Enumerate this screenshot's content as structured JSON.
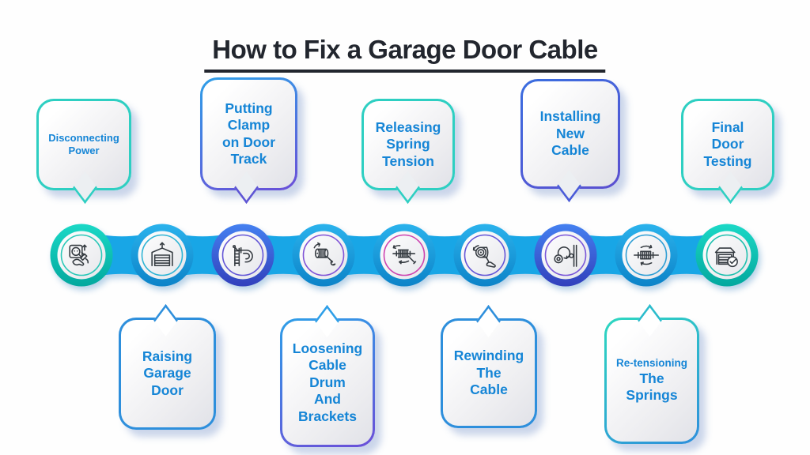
{
  "title": "How to Fix a Garage Door Cable",
  "palette": {
    "band_blue": "#18a2e2",
    "teal": "#11c7b5",
    "indigo": "#3c55cc",
    "bubble_text_blue": "#1585d6",
    "title_color": "#22262e",
    "icon_stroke": "#343a40",
    "ring_colors": [
      "#2bc8b8",
      "#2fb4d4",
      "#6456d6",
      "#8053d6",
      "#cc44b0",
      "#6456d6",
      "#7a56d8",
      "#2f9ed4",
      "#1fc0ae"
    ]
  },
  "steps": [
    {
      "label": "Disconnecting\nPower",
      "position": "top",
      "icon": "power-plug-hand-icon"
    },
    {
      "label": "Raising\nGarage\nDoor",
      "position": "bottom",
      "icon": "garage-door-up-icon"
    },
    {
      "label": "Putting\nClamp\non Door\nTrack",
      "position": "top",
      "icon": "clamp-on-track-icon"
    },
    {
      "label": "Loosening\nCable\nDrum\nAnd\nBrackets",
      "position": "bottom",
      "icon": "cable-drum-wrench-icon"
    },
    {
      "label": "Releasing\nSpring\nTension",
      "position": "top",
      "icon": "spring-winding-bar-icon"
    },
    {
      "label": "Rewinding\nThe\nCable",
      "position": "bottom",
      "icon": "drum-rewind-hand-icon"
    },
    {
      "label": "Installing\nNew\nCable",
      "position": "top",
      "icon": "new-cable-loop-icon"
    },
    {
      "label_small": "Re-tensioning",
      "label_big": "The\nSprings",
      "position": "bottom",
      "icon": "spring-rotate-icon"
    },
    {
      "label": "Final\nDoor\nTesting",
      "position": "top",
      "icon": "garage-check-icon"
    }
  ]
}
